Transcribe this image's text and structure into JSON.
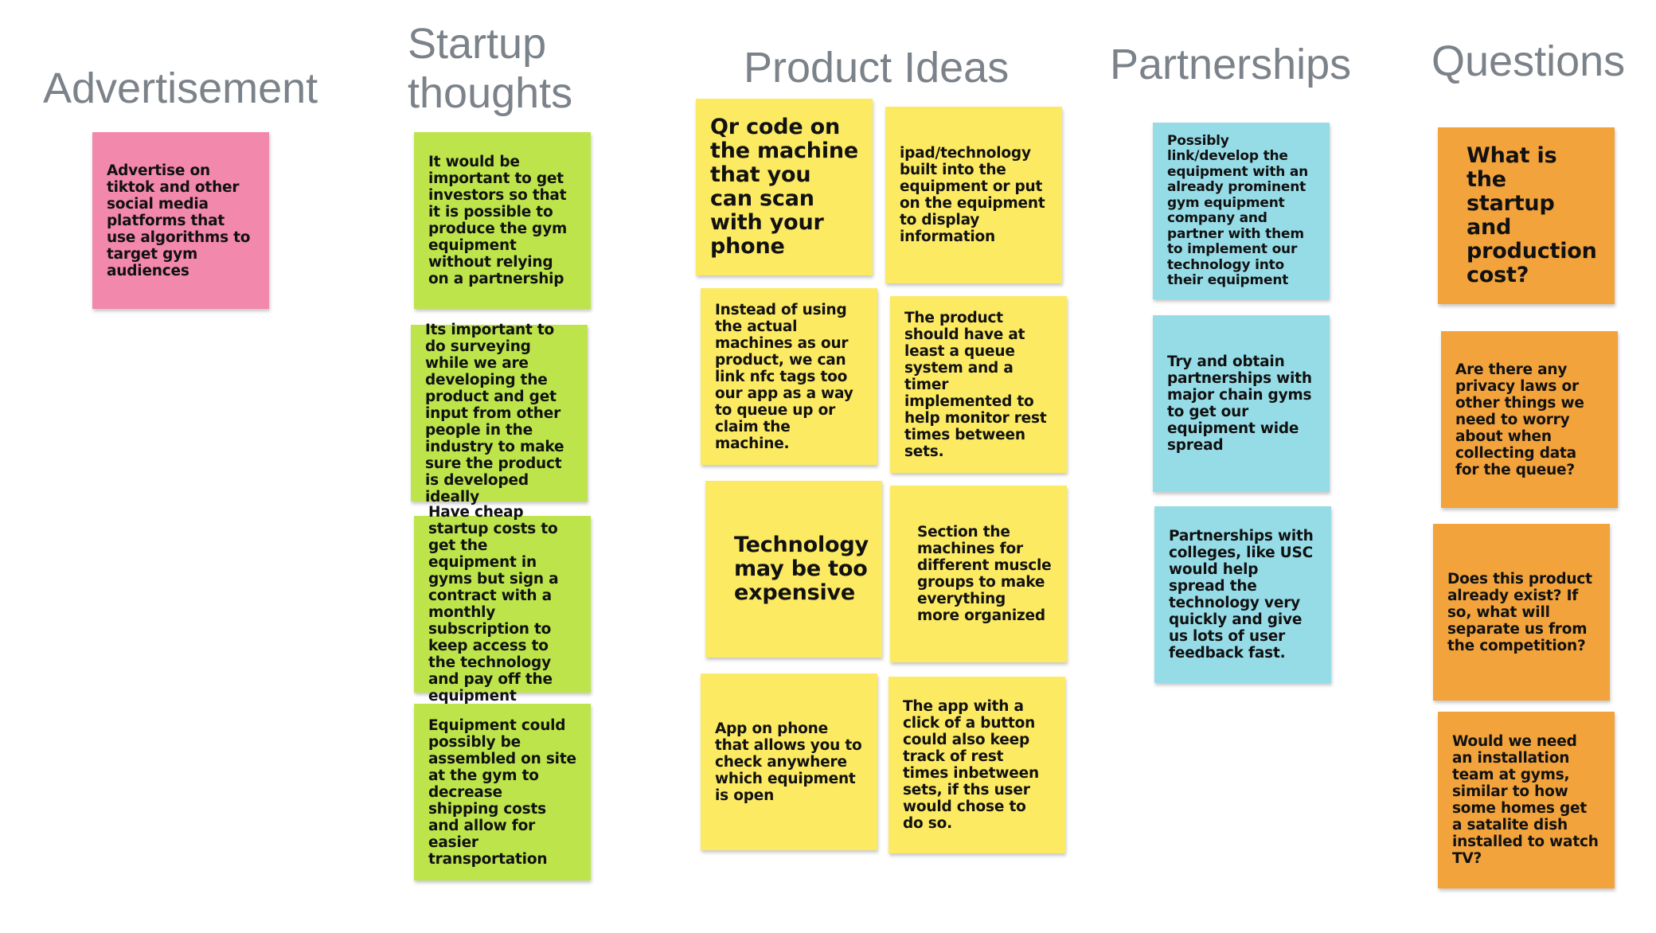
{
  "colors": {
    "pink": "#f288ab",
    "green": "#bde54b",
    "yellow": "#fcea63",
    "blue": "#96dce7",
    "orange": "#f2a33c",
    "heading": "#7b8289"
  },
  "columns": {
    "advertisement": {
      "heading": "Advertisement",
      "notes": [
        "Advertise on tiktok and other social media platforms that use algorithms to target gym audiences"
      ]
    },
    "startup": {
      "heading": "Startup thoughts",
      "notes": [
        "It would be important to get investors so that it is possible to produce the gym equipment without relying on a partnership",
        "Its important to do surveying while we are developing the product and get input from other people in the industry to make sure the product is developed ideally",
        "Have cheap startup costs to get the equipment in gyms but sign a contract with a monthly subscription to keep access to the technology and pay off the equipment",
        "Equipment could possibly be assembled on site at the gym to decrease shipping costs and allow for easier transportation"
      ]
    },
    "product": {
      "heading": "Product Ideas",
      "notes": [
        "Qr code on the machine that you can scan with your phone",
        "ipad/technology built into the equipment or put on the equipment to display information",
        "Instead of using the actual machines as our product, we can link nfc tags too our app as a way to queue up or claim the machine.",
        "The product should have at least a queue system and a timer implemented to help monitor rest times between sets.",
        "Technology may be too expensive",
        "Section the machines for different muscle groups to make everything more organized",
        "App on phone that allows you to check anywhere which equipment is open",
        "The app with a click of a button could also keep track of rest times inbetween sets, if ths user would chose to do so."
      ]
    },
    "partnerships": {
      "heading": "Partnerships",
      "notes": [
        "Possibly link/develop the equipment with an already prominent gym equipment company and partner with them to implement our technology into their equipment",
        "Try and obtain partnerships with major chain gyms to get our equipment wide spread",
        "Partnerships with colleges, like USC would help spread the technology very quickly and give us lots of user feedback fast."
      ]
    },
    "questions": {
      "heading": "Questions",
      "notes": [
        "What is the startup and production cost?",
        "Are there any privacy laws or other things we need to worry about when collecting data for the queue?",
        "Does this product already exist? If so, what will separate us from the competition?",
        "Would we need an installation team at gyms, similar to how some homes get a satalite dish installed to watch TV?"
      ]
    }
  }
}
